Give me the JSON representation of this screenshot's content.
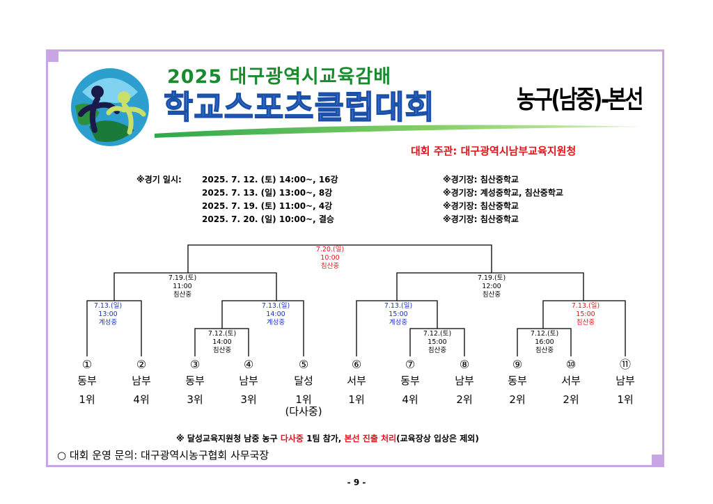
{
  "header": {
    "line1": "2025 대구광역시교육감배",
    "line2": "학교스포츠클럽대회",
    "event": "농구(남중)-본선",
    "host": "대회 주관: 대구광역시남부교육지원청"
  },
  "schedule": {
    "label": "※경기 일시:",
    "rows": [
      {
        "date": "2025. 7. 12. (토) 14:00~, 16강",
        "venue": "※경기장: 침산중학교"
      },
      {
        "date": "2025. 7. 13. (일) 13:00~, 8강",
        "venue": "※경기장: 계성중학교, 침산중학교"
      },
      {
        "date": "2025. 7. 19. (토) 11:00~, 4강",
        "venue": "※경기장: 침산중학교"
      },
      {
        "date": "2025. 7. 20. (일) 10:00~, 결승",
        "venue": "※경기장: 침산중학교"
      }
    ]
  },
  "bracket": {
    "final": {
      "date": "7.20.(일)",
      "time": "10:00",
      "venue": "침산중",
      "color": "#e0151b"
    },
    "semis": [
      {
        "date": "7.19.(토)",
        "time": "11:00",
        "venue": "침산중",
        "color": "#000000"
      },
      {
        "date": "7.19.(토)",
        "time": "12:00",
        "venue": "침산중",
        "color": "#000000"
      }
    ],
    "quarters": [
      {
        "date": "7.13.(일)",
        "time": "13:00",
        "venue": "계성중",
        "color": "#1a2fc0"
      },
      {
        "date": "7.13.(일)",
        "time": "14:00",
        "venue": "계성중",
        "color": "#1a2fc0"
      },
      {
        "date": "7.13.(일)",
        "time": "15:00",
        "venue": "계성중",
        "color": "#1a2fc0"
      },
      {
        "date": "7.13.(일)",
        "time": "15:00",
        "venue": "침산중",
        "color": "#e0151b"
      }
    ],
    "r16": [
      {
        "date": "7.12.(토)",
        "time": "14:00",
        "venue": "침산중",
        "color": "#000000"
      },
      {
        "date": "7.12.(토)",
        "time": "15:00",
        "venue": "침산중",
        "color": "#000000"
      },
      {
        "date": "7.12.(토)",
        "time": "16:00",
        "venue": "침산중",
        "color": "#000000"
      }
    ],
    "teams": [
      {
        "num": "①",
        "name": "동부",
        "rank": "1위"
      },
      {
        "num": "②",
        "name": "남부",
        "rank": "4위"
      },
      {
        "num": "③",
        "name": "동부",
        "rank": "3위"
      },
      {
        "num": "④",
        "name": "남부",
        "rank": "3위"
      },
      {
        "num": "⑤",
        "name": "달성",
        "rank": "1위"
      },
      {
        "num": "⑥",
        "name": "서부",
        "rank": "1위"
      },
      {
        "num": "⑦",
        "name": "동부",
        "rank": "4위"
      },
      {
        "num": "⑧",
        "name": "남부",
        "rank": "2위"
      },
      {
        "num": "⑨",
        "name": "동부",
        "rank": "2위"
      },
      {
        "num": "⑩",
        "name": "서부",
        "rank": "2위"
      },
      {
        "num": "⑪",
        "name": "남부",
        "rank": "1위"
      }
    ],
    "team5_note": "(다사중)"
  },
  "note": {
    "p1": "※ 달성교육지원청 남중 농구 ",
    "p2": "다사중",
    "p3": " 1팀 참가, ",
    "p4": "본선 진출 처리",
    "p5": "(교육장상 입상은 제외)"
  },
  "contact": "○ 대회 운영 문의: 대구광역시농구협회 사무국장",
  "page": "- 9 -",
  "colors": {
    "frame": "#c9a5e6",
    "red": "#e0151b",
    "blue": "#1a2fc0",
    "green": "#1a8a2e",
    "title_blue": "#3d8de0"
  }
}
